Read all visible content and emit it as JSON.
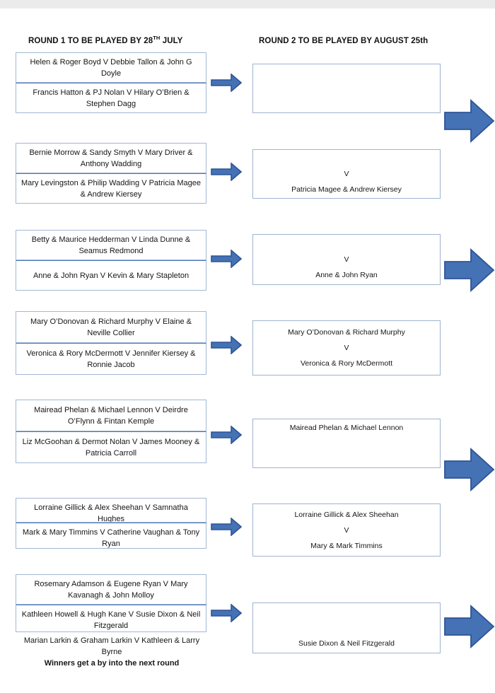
{
  "headers": {
    "round1": {
      "pre": "ROUND 1 TO BE PLAYED BY 28",
      "sup": "TH",
      "post": " JULY"
    },
    "round2": "ROUND 2 TO BE PLAYED BY AUGUST 25th"
  },
  "colors": {
    "arrow_fill": "#4472b4",
    "arrow_stroke": "#2f5496",
    "box_border": "#a3b8d4",
    "divider": "#4a77bb",
    "top_band": "#ebebeb"
  },
  "round1": [
    {
      "matches": [
        "Helen & Roger Boyd V Debbie Tallon & John G Doyle",
        "Francis Hatton & PJ Nolan V Hilary O’Brien & Stephen Dagg"
      ]
    },
    {
      "matches": [
        "Bernie Morrow & Sandy Smyth V Mary Driver & Anthony Wadding",
        "Mary Levingston & Philip Wadding V Patricia Magee & Andrew Kiersey"
      ]
    },
    {
      "matches": [
        "Betty & Maurice Hedderman V Linda Dunne & Seamus Redmond",
        "Anne & John Ryan V Kevin & Mary Stapleton"
      ]
    },
    {
      "matches": [
        "Mary O’Donovan & Richard Murphy V Elaine & Neville Collier",
        "Veronica & Rory McDermott V Jennifer Kiersey & Ronnie Jacob"
      ]
    },
    {
      "matches": [
        "Mairead Phelan & Michael Lennon V Deirdre O’Flynn & Fintan Kemple",
        "Liz McGoohan & Dermot Nolan V James Mooney & Patricia Carroll"
      ]
    },
    {
      "matches": [
        "Lorraine Gillick & Alex Sheehan V Samnatha Hughes",
        "Mark & Mary Timmins V Catherine Vaughan & Tony Ryan"
      ]
    },
    {
      "matches": [
        "Rosemary Adamson & Eugene Ryan V Mary Kavanagh & John Molloy",
        "Kathleen Howell & Hugh Kane V Susie Dixon & Neil Fitzgerald"
      ]
    }
  ],
  "tail": {
    "extra_match": "Marian Larkin & Graham Larkin V Kathleen & Larry Byrne",
    "note": "Winners get a by into the next round"
  },
  "round2": [
    {
      "lines": [
        "",
        "",
        ""
      ]
    },
    {
      "lines": [
        "",
        "V",
        "Patricia Magee & Andrew Kiersey"
      ]
    },
    {
      "lines": [
        "",
        "V",
        "Anne & John Ryan"
      ]
    },
    {
      "lines": [
        "Mary O’Donovan & Richard Murphy",
        "V",
        "Veronica & Rory McDermott"
      ]
    },
    {
      "lines": [
        "Mairead Phelan & Michael Lennon",
        "",
        ""
      ]
    },
    {
      "lines": [
        "Lorraine Gillick & Alex Sheehan",
        "V",
        "Mary & Mark Timmins"
      ]
    },
    {
      "lines": [
        "",
        "",
        "Susie Dixon & Neil Fitzgerald"
      ]
    }
  ],
  "arrows": {
    "small_label": "advance-to-round-2-arrow",
    "large_label": "advance-to-round-3-arrow"
  }
}
